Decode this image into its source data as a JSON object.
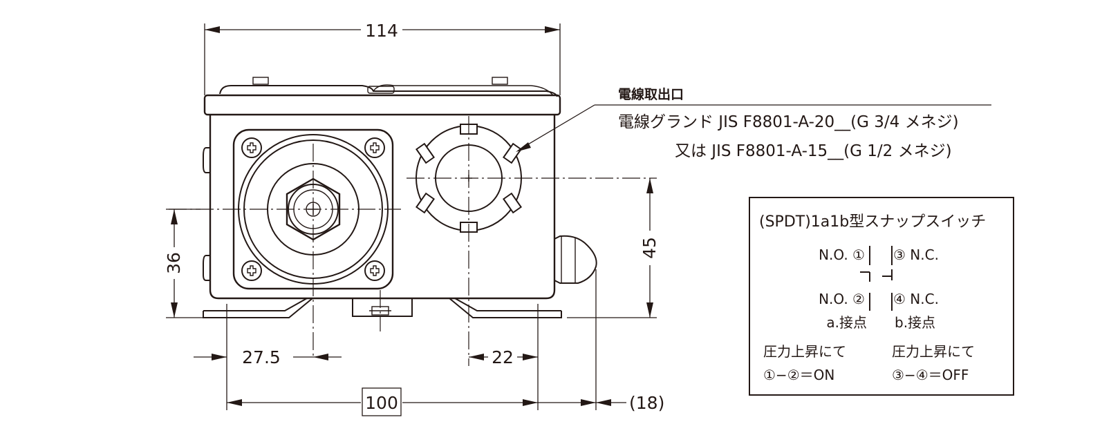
{
  "dimensions": {
    "overall_width": "114",
    "height_to_port": "36",
    "height_to_outlet": "45",
    "port_offset": "27.5",
    "outlet_offset": "22",
    "mount_pitch": "100",
    "gland_projection": "(18)"
  },
  "callout": {
    "title": "電線取出口",
    "line1": "電線グランド JIS F8801-A-20__(G 3/4 メネジ)",
    "line2": "又は JIS F8801-A-15__(G 1/2 メネジ)"
  },
  "switch_box": {
    "title": "(SPDT)1a1b型スナップスイッチ",
    "no1": "N.O. ①",
    "nc3": "③ N.C.",
    "no2": "N.O. ②",
    "nc4": "④ N.C.",
    "contact_a": "a.接点",
    "contact_b": "b.接点",
    "rise_left": "圧力上昇にて",
    "rise_right": "圧力上昇にて",
    "eq_left": "①−②＝ON",
    "eq_right": "③−④＝OFF"
  }
}
